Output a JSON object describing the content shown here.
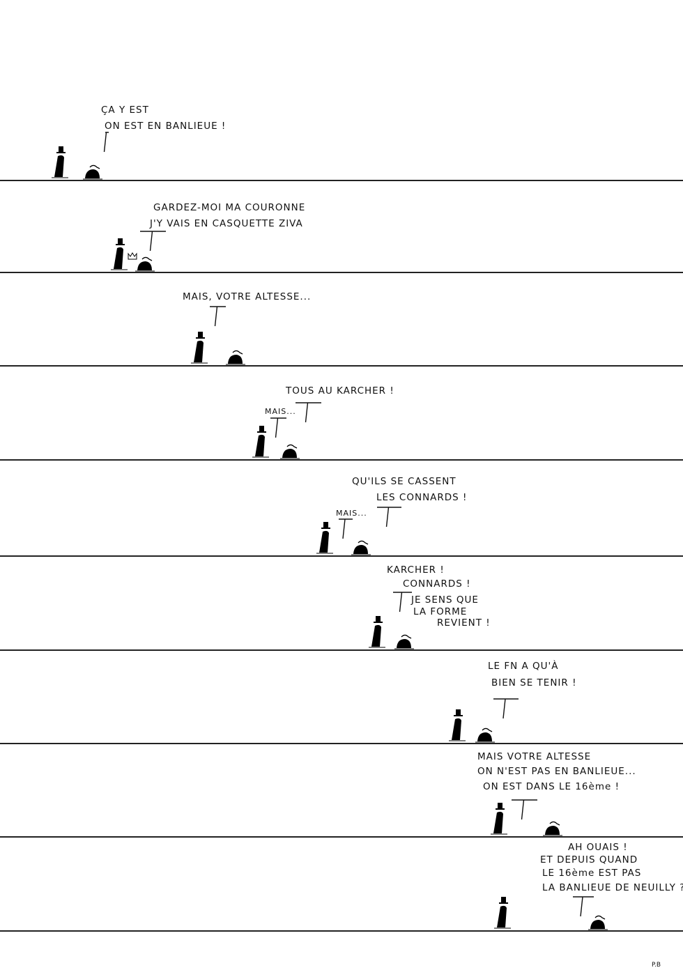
{
  "panels": [
    {
      "lines": [
        "ÇA Y EST",
        "ON EST EN BANLIEUE !"
      ]
    },
    {
      "lines": [
        "GARDEZ-MOI MA COURONNE",
        "J'Y VAIS EN CASQUETTE ZIVA"
      ]
    },
    {
      "lines": [
        "MAIS, VOTRE ALTESSE..."
      ]
    },
    {
      "lines": [
        "TOUS AU KARCHER !",
        "MAIS..."
      ]
    },
    {
      "lines": [
        "QU'ILS SE CASSENT",
        "LES CONNARDS !",
        "MAIS..."
      ]
    },
    {
      "lines": [
        "KARCHER !",
        "CONNARDS !",
        "JE SENS QUE",
        "LA FORME",
        "REVIENT !"
      ]
    },
    {
      "lines": [
        "LE FN A QU'À",
        "BIEN SE TENIR !"
      ]
    },
    {
      "lines": [
        "MAIS VOTRE ALTESSE",
        "ON N'EST PAS EN BANLIEUE...",
        "ON EST DANS LE 16ème !"
      ]
    },
    {
      "lines": [
        "AH OUAIS !",
        "ET DEPUIS QUAND",
        "LE 16ème EST PAS",
        "LA BANLIEUE DE NEUILLY ?"
      ]
    }
  ],
  "signature": "P.B"
}
